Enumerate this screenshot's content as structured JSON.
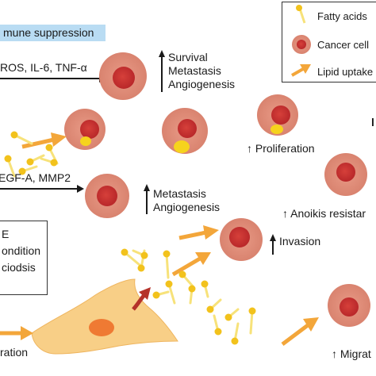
{
  "banner": {
    "text": "mune suppression"
  },
  "legend": {
    "fatty_acids": "Fatty acids",
    "cancer_cell": "Cancer cell",
    "lipid_uptake": "Lipid uptake"
  },
  "labels": {
    "ros": "ROS, IL-6, TNF-α",
    "vegf": "EGF-A, MMP2",
    "survival": [
      "Survival",
      "Metastasis",
      "Angiogenesis"
    ],
    "metastasis": [
      "Metastasis",
      "Angiogenesis"
    ],
    "proliferation": "↑ Proliferation",
    "anoikis": "↑ Anoikis resistar",
    "invasion": "Invasion",
    "migration_left": "ration",
    "migration_right": "↑ Migrat",
    "condition_box": [
      "E",
      "ondition",
      "ciodsis"
    ],
    "edge_letter": "l"
  },
  "colors": {
    "cell_outer": "#dc8f7d",
    "cell_inner": "#c22f2b",
    "fatty_acid_head": "#f2c21c",
    "fatty_acid_tail": "#f7e27a",
    "lipid_arrow": "#f3a63a",
    "fibroblast": "#f8cf87",
    "fibroblast_nucleus": "#ef7a33",
    "banner": "#b9dcf3",
    "red_arrow": "#b5322a"
  }
}
